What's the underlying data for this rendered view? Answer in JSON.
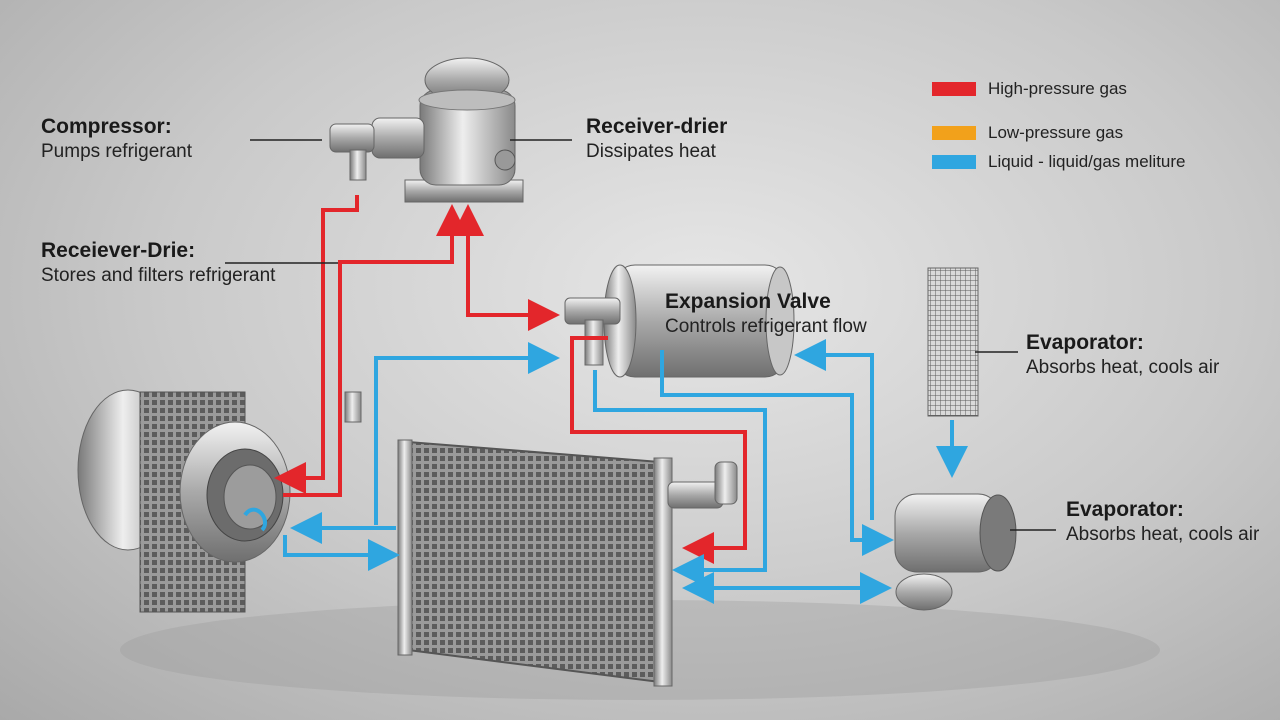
{
  "legend": [
    {
      "label": "High-pressure gas",
      "color": "#e3262b"
    },
    {
      "label": "Low-pressure gas",
      "color": "#f2a11b"
    },
    {
      "label": "Liquid - liquid/gas meliture",
      "color": "#2fa6e0"
    }
  ],
  "callouts": {
    "compressor": {
      "title": "Compressor:",
      "desc": "Pumps refrigerant"
    },
    "receiver_drier_top": {
      "title": "Receiver-drier",
      "desc": "Dissipates heat"
    },
    "receiver_drier_left": {
      "title": "Receiever-Drie:",
      "desc": "Stores and filters refrigerant"
    },
    "expansion_valve": {
      "title": "Expansion Valve",
      "desc": "Controls refrigerant flow"
    },
    "evaporator_top": {
      "title": "Evaporator:",
      "desc": "Absorbs heat, cools air"
    },
    "evaporator_bottom": {
      "title": "Evaporator:",
      "desc": "Absorbs heat, cools air"
    }
  },
  "colors": {
    "high_pressure": "#e3262b",
    "liquid": "#2fa6e0",
    "metal": "#b8b8b8"
  }
}
